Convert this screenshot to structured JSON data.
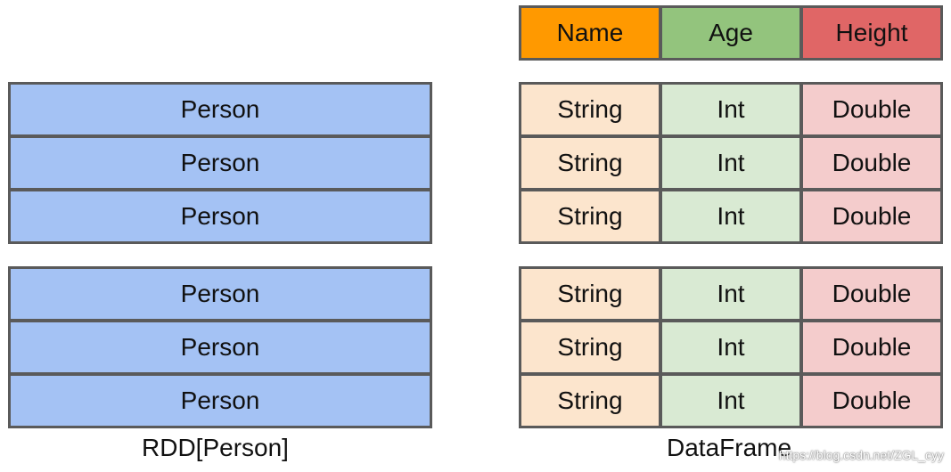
{
  "rdd": {
    "caption": "RDD[Person]",
    "groups": [
      [
        "Person",
        "Person",
        "Person"
      ],
      [
        "Person",
        "Person",
        "Person"
      ]
    ]
  },
  "dataframe": {
    "caption": "DataFrame",
    "header": [
      "Name",
      "Age",
      "Height"
    ],
    "groups": [
      [
        [
          "String",
          "Int",
          "Double"
        ],
        [
          "String",
          "Int",
          "Double"
        ],
        [
          "String",
          "Int",
          "Double"
        ]
      ],
      [
        [
          "String",
          "Int",
          "Double"
        ],
        [
          "String",
          "Int",
          "Double"
        ],
        [
          "String",
          "Int",
          "Double"
        ]
      ]
    ]
  },
  "colors": {
    "rdd_fill": "#a4c2f4",
    "header_name": "#ff9900",
    "header_age": "#93c47d",
    "header_height": "#e06666",
    "cell_name": "#fce5cd",
    "cell_age": "#d9ead3",
    "cell_height": "#f4cccc",
    "border": "#5a5a5a"
  },
  "watermark": "https://blog.csdn.net/ZGL_cyy"
}
